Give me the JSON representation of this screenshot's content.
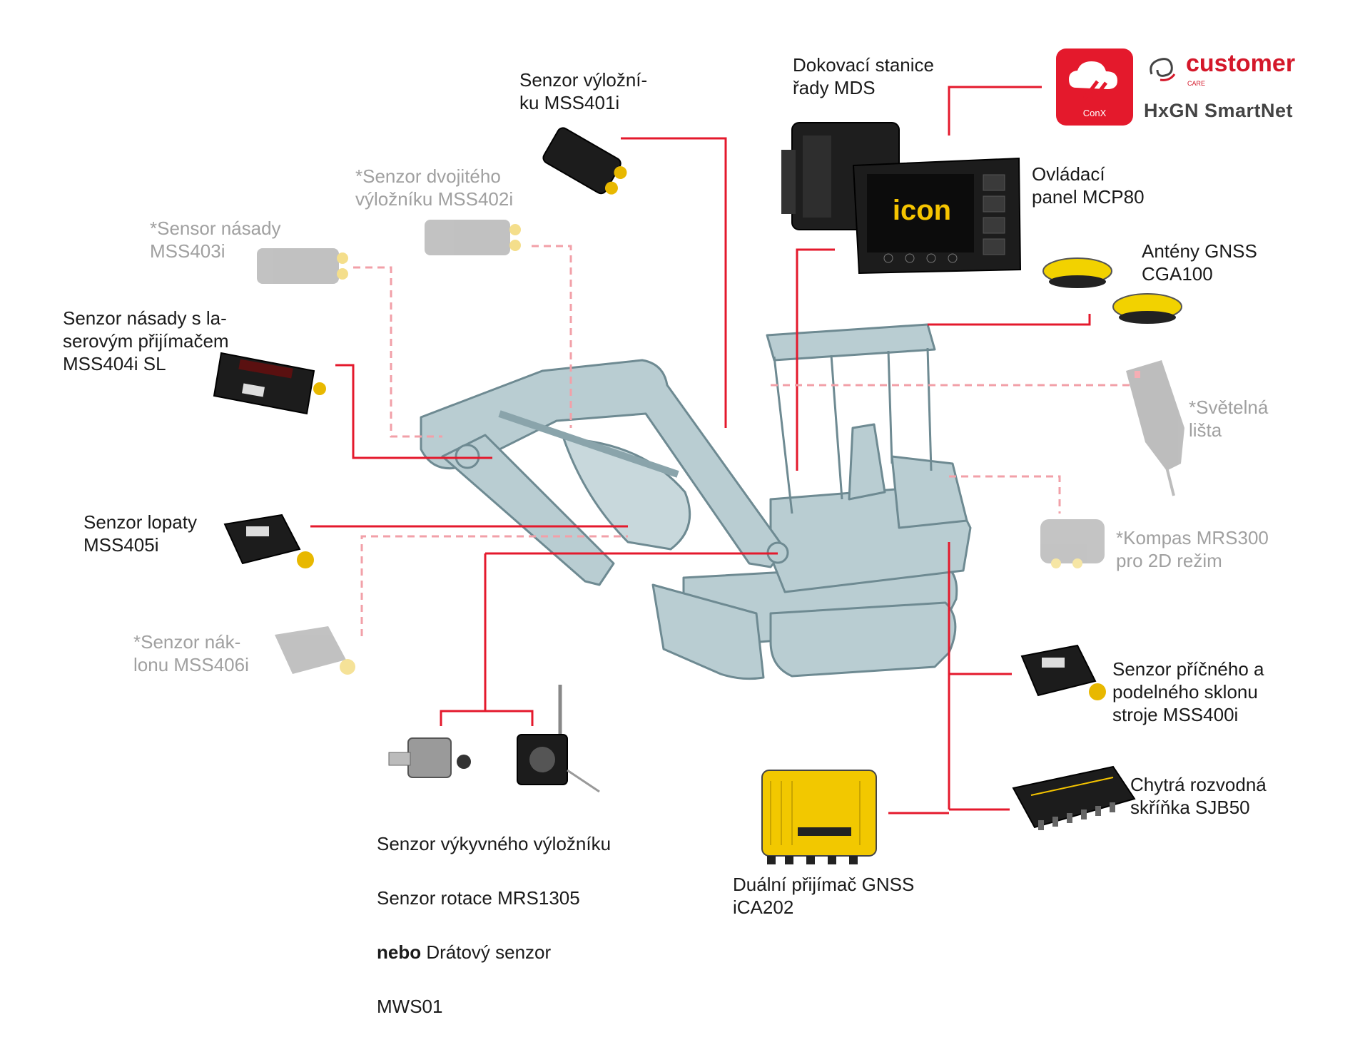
{
  "brand": {
    "app_tile_label": "ConX",
    "customer_care": "customer",
    "customer_care_sub": "CARE",
    "smartnet": "HxGN SmartNet",
    "app_tile_icon": "cloud-signal-icon",
    "care_icon": "care-swirl-icon"
  },
  "display_screen_text": "icon",
  "labels": {
    "docking": "Dokovací stanice\nřady MDS",
    "boom_sensor": "Senzor výložní-\nku MSS401i",
    "twin_boom": "*Senzor dvojitého\nvýložníku MSS402i",
    "stick_sensor": "*Sensor násady\nMSS403i",
    "stick_laser": "Senzor násady s la-\nserovým přijímačem\nMSS404i SL",
    "bucket": "Senzor lopaty\nMSS405i",
    "tilt": "*Senzor nák-\nlonu MSS406i",
    "panel": "Ovládací\npanel MCP80",
    "gnss_antennas": "Antény GNSS\nCGA100",
    "light_bar": "*Světelná\nlišta",
    "compass": "*Kompas MRS300\npro 2D režim",
    "pitch_roll": "Senzor příčného a\npodelného sklonu\nstroje MSS400i",
    "junction": "Chytrá rozvodná\nskříňka SJB50",
    "receiver": "Duální přijímač GNSS\niCA202",
    "swing_line1": "Senzor výkyvného výložníku",
    "swing_line2": "Senzor rotace MRS1305",
    "swing_line3_bold": "nebo",
    "swing_line3_rest": " Drátový senzor",
    "swing_line4": "MWS01"
  },
  "colors": {
    "wire": "#e4192c",
    "wire_optional": "#f2a0a8",
    "excavator": "#b9cdd2",
    "excavator_edge": "#6e8a92",
    "sensor_yellow": "#e8b800",
    "gnss_yellow": "#f2d200"
  }
}
